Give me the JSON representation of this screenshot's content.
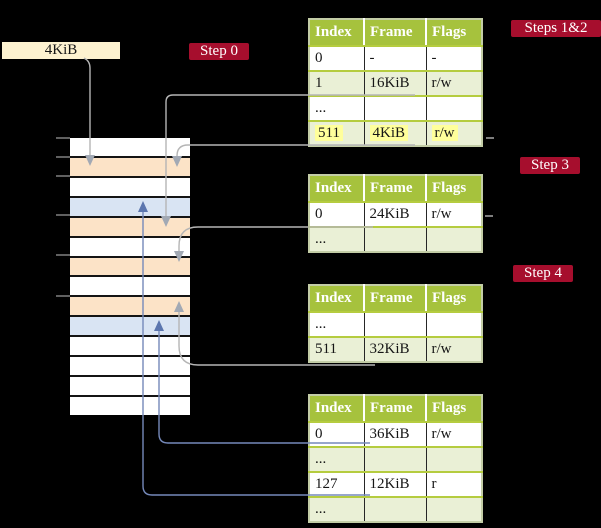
{
  "labels": {
    "page_size": "4KiB",
    "step0": "Step 0",
    "steps12": "Steps 1&2",
    "step3": "Step 3",
    "step4": "Step 4"
  },
  "tables": [
    {
      "title": "root page table (steps 1 and 2)",
      "columns": [
        "Index",
        "Frame",
        "Flags"
      ],
      "rows": [
        {
          "cells": [
            "0",
            "-",
            "-"
          ],
          "shade": "white",
          "highlight": false
        },
        {
          "cells": [
            "1",
            "16KiB",
            "r/w"
          ],
          "shade": "green",
          "highlight": false
        },
        {
          "cells": [
            "...",
            "",
            ""
          ],
          "shade": "white",
          "highlight": false
        },
        {
          "cells": [
            "511",
            "4KiB",
            "r/w"
          ],
          "shade": "green",
          "highlight": true
        }
      ]
    },
    {
      "title": "page table step 3",
      "columns": [
        "Index",
        "Frame",
        "Flags"
      ],
      "rows": [
        {
          "cells": [
            "0",
            "24KiB",
            "r/w"
          ],
          "shade": "white",
          "highlight": false
        },
        {
          "cells": [
            "...",
            "",
            ""
          ],
          "shade": "green",
          "highlight": false
        }
      ]
    },
    {
      "title": "page table step 4",
      "columns": [
        "Index",
        "Frame",
        "Flags"
      ],
      "rows": [
        {
          "cells": [
            "...",
            "",
            ""
          ],
          "shade": "white",
          "highlight": false
        },
        {
          "cells": [
            "511",
            "32KiB",
            "r/w"
          ],
          "shade": "green",
          "highlight": false
        }
      ]
    },
    {
      "title": "leaf page table",
      "columns": [
        "Index",
        "Frame",
        "Flags"
      ],
      "rows": [
        {
          "cells": [
            "0",
            "36KiB",
            "r/w"
          ],
          "shade": "white",
          "highlight": false
        },
        {
          "cells": [
            "...",
            "",
            ""
          ],
          "shade": "green",
          "highlight": false
        },
        {
          "cells": [
            "127",
            "12KiB",
            "r"
          ],
          "shade": "white",
          "highlight": false
        },
        {
          "cells": [
            "...",
            "",
            ""
          ],
          "shade": "green",
          "highlight": false
        }
      ]
    }
  ],
  "memory": {
    "rows": [
      "empty",
      "pagetable",
      "empty",
      "page",
      "pagetable",
      "empty",
      "pagetable",
      "empty",
      "pagetable",
      "page",
      "empty",
      "empty",
      "empty",
      "empty"
    ]
  },
  "colors": {
    "background": "#000000",
    "table_header_green": "#a6c23d",
    "table_row_green": "#eaf0d6",
    "pagetable_frame_orange": "#fce3c7",
    "mapped_page_blue": "#d9e4f3",
    "step_label_red": "#a60e2d",
    "page_size_cream": "#fdf2d0",
    "highlight_yellow": "#ffff9b",
    "connector_gray": "#b5b5b5",
    "connector_blue": "#7589ba"
  }
}
